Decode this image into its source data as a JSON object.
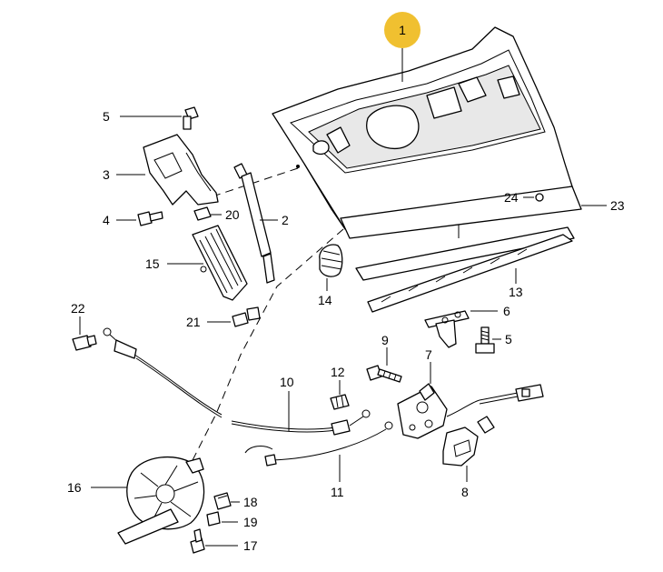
{
  "diagram": {
    "highlight_color": "#f0c030",
    "callouts": {
      "c1": "1",
      "c2": "2",
      "c3": "3",
      "c4": "4",
      "c5a": "5",
      "c5b": "5",
      "c6": "6",
      "c7": "7",
      "c8": "8",
      "c9": "9",
      "c10": "10",
      "c11": "11",
      "c12": "12",
      "c13": "13",
      "c14": "14",
      "c15": "15",
      "c16": "16",
      "c17": "17",
      "c18": "18",
      "c19": "19",
      "c20": "20",
      "c21": "21",
      "c22": "22",
      "c23": "23",
      "c24": "24"
    }
  }
}
